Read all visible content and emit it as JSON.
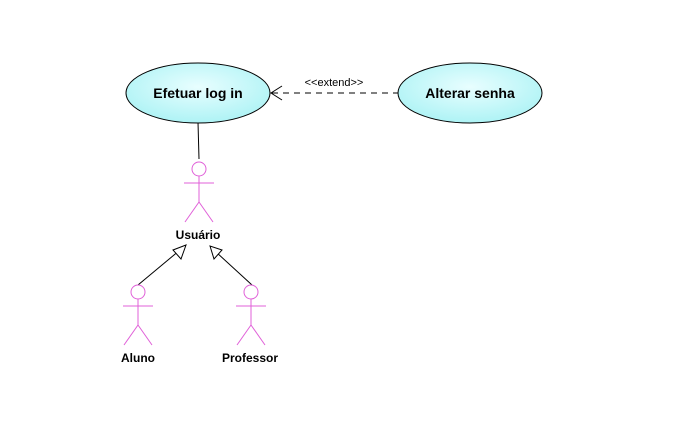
{
  "use_cases": {
    "login": {
      "label": "Efetuar log in"
    },
    "change_password": {
      "label": "Alterar senha"
    }
  },
  "relations": {
    "extend": {
      "label": "<<extend>>"
    }
  },
  "actors": {
    "user": {
      "label": "Usuário"
    },
    "student": {
      "label": "Aluno"
    },
    "teacher": {
      "label": "Professor"
    }
  },
  "colors": {
    "use_case_fill": "#aef3f5",
    "use_case_fill_light": "#e8feff",
    "actor_stroke": "#e060d8",
    "line": "#000000"
  }
}
